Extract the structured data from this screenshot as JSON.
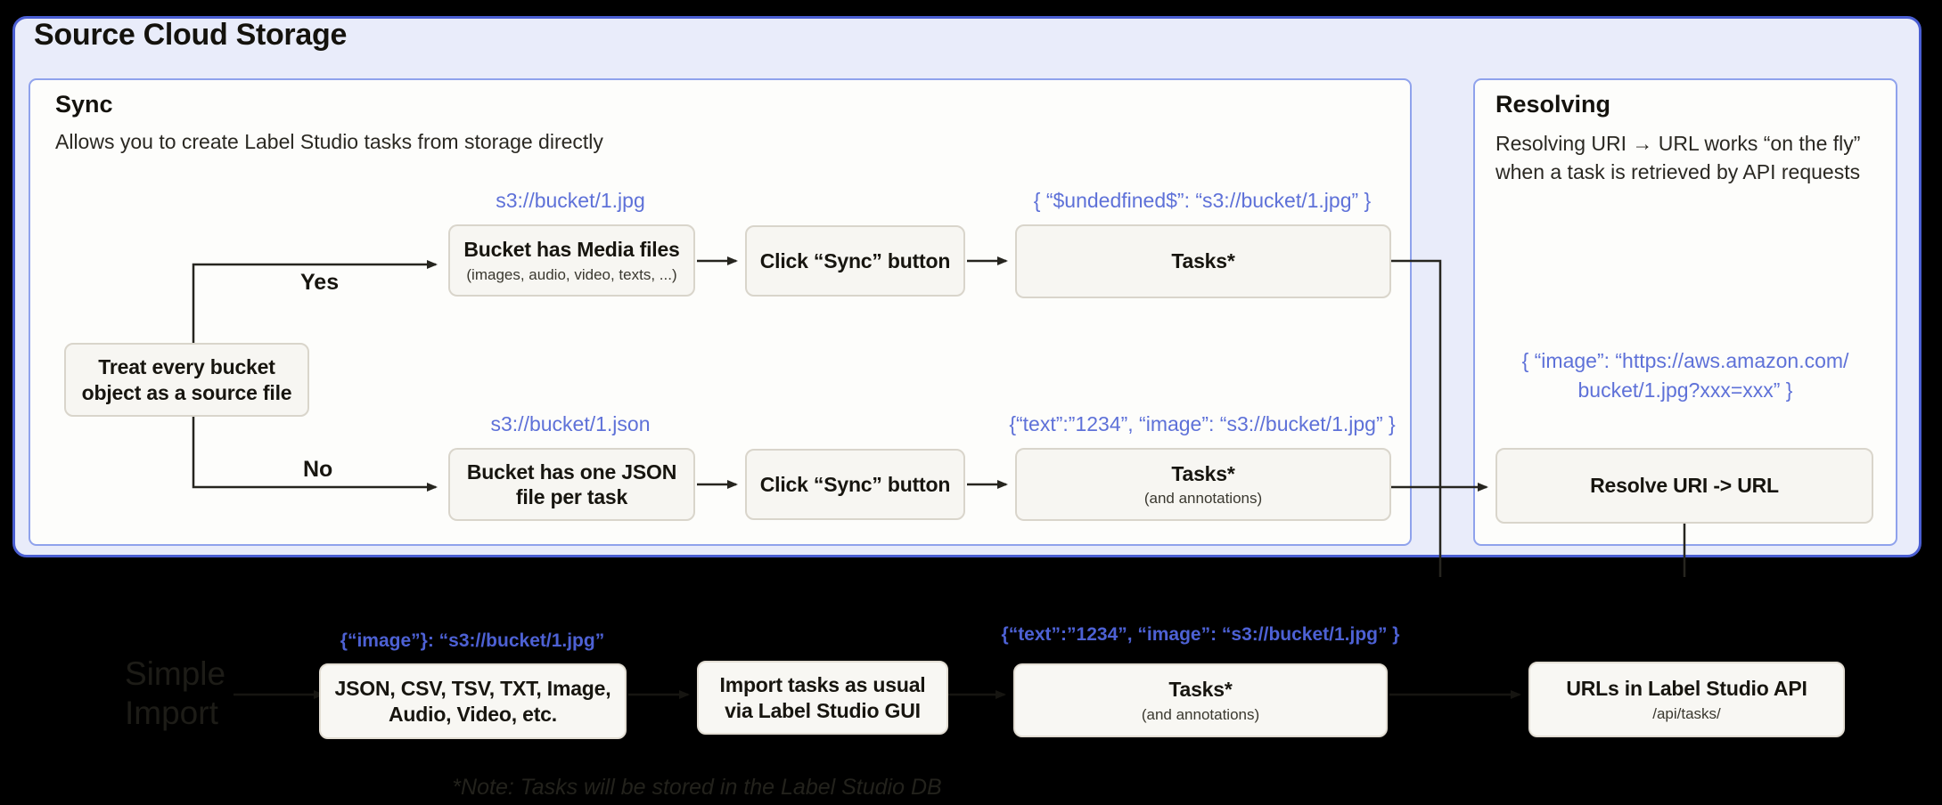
{
  "title": "Source Cloud Storage",
  "sync_panel": {
    "title": "Sync",
    "subtitle": "Allows you to create Label Studio tasks from storage directly",
    "decision_box": {
      "line1": "Treat every bucket",
      "line2": "object as a source file"
    },
    "yes_label": "Yes",
    "no_label": "No",
    "row_media": {
      "uri_label": "s3://bucket/1.jpg",
      "bucket_box_title": "Bucket has Media files",
      "bucket_box_sub": "(images, audio, video, texts, ...)",
      "sync_button_box": "Click “Sync” button",
      "tasks_label": "{ “$undedfined$”: “s3://bucket/1.jpg” }",
      "tasks_box_title": "Tasks*"
    },
    "row_json": {
      "uri_label": "s3://bucket/1.json",
      "bucket_box_line1": "Bucket has one JSON",
      "bucket_box_line2": "file per task",
      "sync_button_box": "Click “Sync” button",
      "tasks_label": "{“text”:”1234”,  “image”: “s3://bucket/1.jpg” }",
      "tasks_box_title": "Tasks*",
      "tasks_box_sub": "(and annotations)"
    }
  },
  "resolving_panel": {
    "title": "Resolving",
    "subtitle_line1": "Resolving URI → URL works “on the fly”",
    "subtitle_line2": "when a task is retrieved by API requests",
    "url_label_line1": "{ “image”: “https://aws.amazon.com/",
    "url_label_line2": "bucket/1.jpg?xxx=xxx” }",
    "resolve_box": "Resolve URI -> URL"
  },
  "bottom": {
    "faint_title_line1": "Simple",
    "faint_title_line2": "Import",
    "import_label": "{“image”}: “s3://bucket/1.jpg”",
    "import_box_line1": "JSON, CSV, TSV, TXT, Image,",
    "import_box_line2": "Audio, Video, etc.",
    "gui_box_line1": "Import tasks as usual",
    "gui_box_line2": "via Label Studio GUI",
    "tasks_label": "{“text”:”1234”,  “image”: “s3://bucket/1.jpg” }",
    "tasks_box_title": "Tasks*",
    "tasks_box_sub": "(and annotations)",
    "api_box_title": "URLs in Label Studio API",
    "api_box_sub": "/api/tasks/",
    "note": "*Note: Tasks will be stored in the Label Studio DB"
  },
  "colors": {
    "outer_panel_bg": "#e9ecfa",
    "outer_panel_border": "#4a5ed2",
    "subpanel_bg": "#fdfdfb",
    "subpanel_border": "#8fa2ec",
    "flow_box_bg": "#f7f6f2",
    "flow_box_border": "#d9d5cb",
    "blue_text": "#5e71d8",
    "page_bg": "#000000"
  }
}
